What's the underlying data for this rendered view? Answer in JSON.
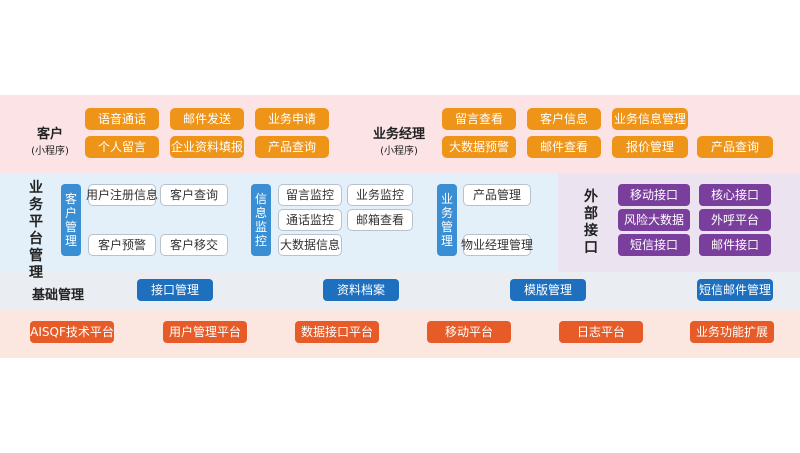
{
  "customer": {
    "title": "客户",
    "subtitle": "(小程序)",
    "items": [
      "语音通话",
      "邮件发送",
      "业务申请",
      "个人留言",
      "企业资料填报",
      "产品查询"
    ]
  },
  "manager": {
    "title": "业务经理",
    "subtitle": "(小程序)",
    "items": [
      "留言查看",
      "客户信息",
      "业务信息管理",
      "大数据预警",
      "邮件查看",
      "报价管理",
      "产品查询"
    ]
  },
  "platform": {
    "title": "业务平台管理",
    "customer_mgmt": {
      "label": "客户管理",
      "items": [
        "用户注册信息",
        "客户查询",
        "客户预警",
        "客户移交"
      ]
    },
    "info_monitor": {
      "label": "信息监控",
      "items": [
        "留言监控",
        "业务监控",
        "通话监控",
        "邮箱查看",
        "大数据信息"
      ]
    },
    "biz_mgmt": {
      "label": "业务管理",
      "items": [
        "产品管理",
        "物业经理管理"
      ]
    }
  },
  "external": {
    "title": "外部接口",
    "items": [
      "移动接口",
      "核心接口",
      "风险大数据",
      "外呼平台",
      "短信接口",
      "邮件接口"
    ]
  },
  "base": {
    "title": "基础管理",
    "items": [
      "接口管理",
      "资料档案",
      "模版管理",
      "短信邮件管理"
    ]
  },
  "tech": {
    "items": [
      "AISQF技术平台",
      "用户管理平台",
      "数据接口平台",
      "移动平台",
      "日志平台",
      "业务功能扩展"
    ]
  },
  "colors": {
    "orange": "#ee9418",
    "blue": "#3a8ed3",
    "purple": "#7a3f9c",
    "navy": "#1e6fbe",
    "red": "#e65b28",
    "pink_band": "#fbe3e6",
    "blue_band": "#e3f0f9",
    "purple_band": "#ece3f1",
    "gray_band": "#eaeef2",
    "peach_band": "#fbe7e0"
  }
}
